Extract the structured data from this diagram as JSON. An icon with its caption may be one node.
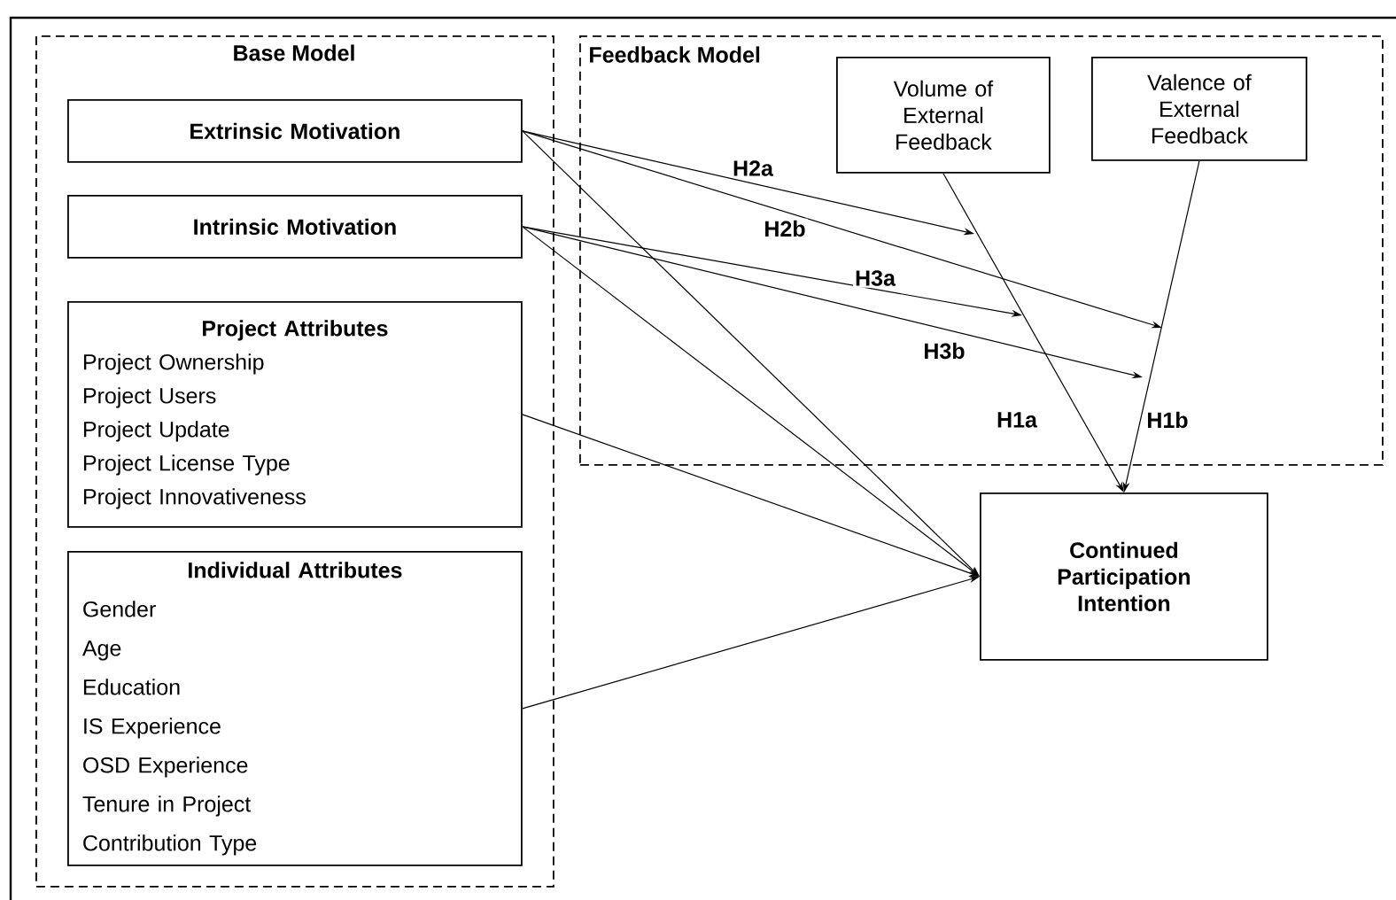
{
  "diagram": {
    "nodes": [
      {
        "text": [
          "Base Model"
        ]
      },
      {
        "text": [
          "Extrinsic Motivation"
        ],
        "in": 0
      },
      {
        "text": [
          "Intrinsic Motivation"
        ],
        "in": 0
      },
      {
        "text": [
          "Project Attributes",
          "Project Ownership",
          "Project Users",
          "Project Update",
          "Project License Type",
          "Project Innovativeness"
        ],
        "in": 0
      },
      {
        "text": [
          "Individual Attributes",
          "Gender",
          "Age",
          "Education",
          "IS Experience",
          "OSD Experience",
          "Tenure in Project",
          "Contribution Type"
        ],
        "in": 0
      },
      {
        "text": [
          "Feedback Model"
        ]
      },
      {
        "text": [
          "Volume of External Feedback"
        ],
        "in": 5
      },
      {
        "text": [
          "Valence of External Feedback"
        ],
        "in": 5
      },
      {
        "text": [
          "Continued Participation Intention"
        ]
      }
    ],
    "edges": [
      {
        "from": 1,
        "to": null,
        "arrow": "to",
        "label": "H2a"
      },
      {
        "from": 1,
        "to": null,
        "arrow": "to",
        "label": "H2b"
      },
      {
        "from": 2,
        "to": null,
        "arrow": "to",
        "label": "H3a"
      },
      {
        "from": 2,
        "to": null,
        "arrow": "to",
        "label": "H3b"
      },
      {
        "from": 1,
        "to": 8,
        "arrow": "to"
      },
      {
        "from": 2,
        "to": 8,
        "arrow": "to"
      },
      {
        "from": 3,
        "to": 8,
        "arrow": "to"
      },
      {
        "from": 4,
        "to": 8,
        "arrow": "to"
      },
      {
        "from": 6,
        "to": 8,
        "arrow": "to",
        "label": "H1a"
      },
      {
        "from": 7,
        "to": 8,
        "arrow": "to",
        "label": "H1b"
      }
    ]
  }
}
